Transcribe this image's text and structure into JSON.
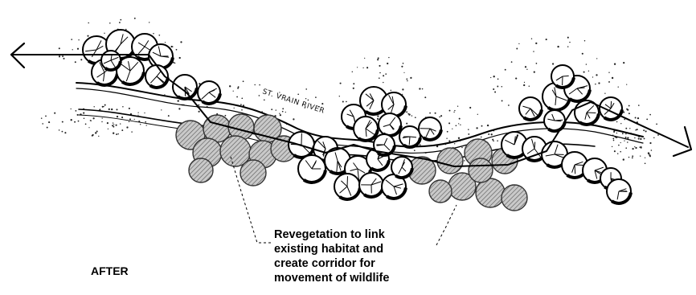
{
  "river": {
    "label": "ST. VRAIN RIVER"
  },
  "callout": {
    "lines": [
      "Revegetation to link",
      "existing habitat and",
      "create corridor for",
      "movement of wildlife"
    ]
  },
  "stage_label": "AFTER",
  "colors": {
    "ink": "#000000",
    "revegetation_fill": "#bfbfbf",
    "background": "#ffffff"
  }
}
